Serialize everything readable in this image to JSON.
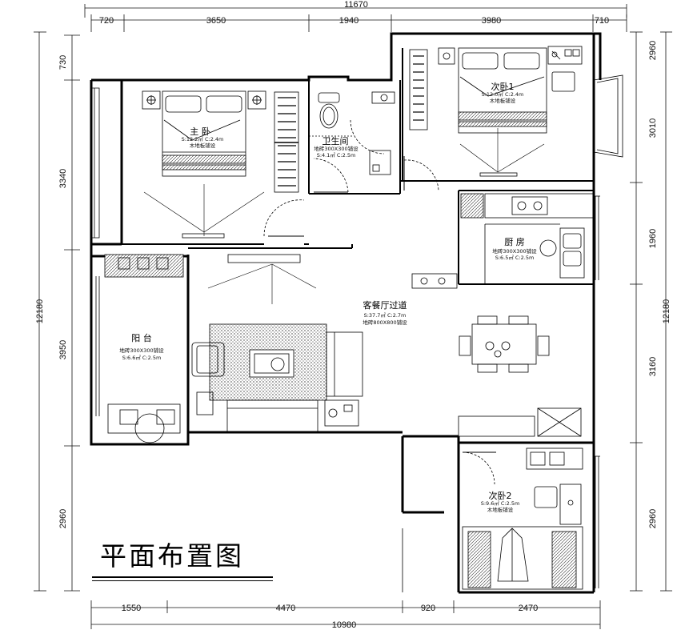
{
  "title": "平面布置图",
  "dimensions": {
    "top_total": "11670",
    "top_segments": [
      "720",
      "3650",
      "1940",
      "3980",
      "710"
    ],
    "bottom_total": "10980",
    "bottom_segments": [
      "1550",
      "4470",
      "920",
      "2470"
    ],
    "left_total": "12180",
    "left_segments": [
      "730",
      "3340",
      "3950",
      "2960"
    ],
    "right_total": "12180",
    "right_segments": [
      "2960",
      "3010",
      "1960",
      "3160",
      "2960"
    ]
  },
  "rooms": {
    "master_bedroom": {
      "name": "主 卧",
      "line1": "S:12.2㎡  C:2.4m",
      "line2": "木地板铺设"
    },
    "bathroom": {
      "name": "卫生间",
      "line1": "地砖300X300铺设",
      "line2": "S:4.1㎡  C:2.5m"
    },
    "bedroom1": {
      "name": "次卧1",
      "line1": "S:12.0㎡  C:2.4m",
      "line2": "木地板铺设"
    },
    "kitchen": {
      "name": "厨 房",
      "line1": "地砖300X300铺设",
      "line2": "S:6.5㎡  C:2.5m"
    },
    "living": {
      "name": "客餐厅过道",
      "line1": "S:37.7㎡  C:2.7m",
      "line2": "地砖800X800铺设"
    },
    "balcony": {
      "name": "阳 台",
      "line1": "地砖300X300铺设",
      "line2": "S:6.6㎡  C:2.5m"
    },
    "bedroom2": {
      "name": "次卧2",
      "line1": "S:9.6㎡  C:2.5m",
      "line2": "木地板铺设"
    }
  }
}
